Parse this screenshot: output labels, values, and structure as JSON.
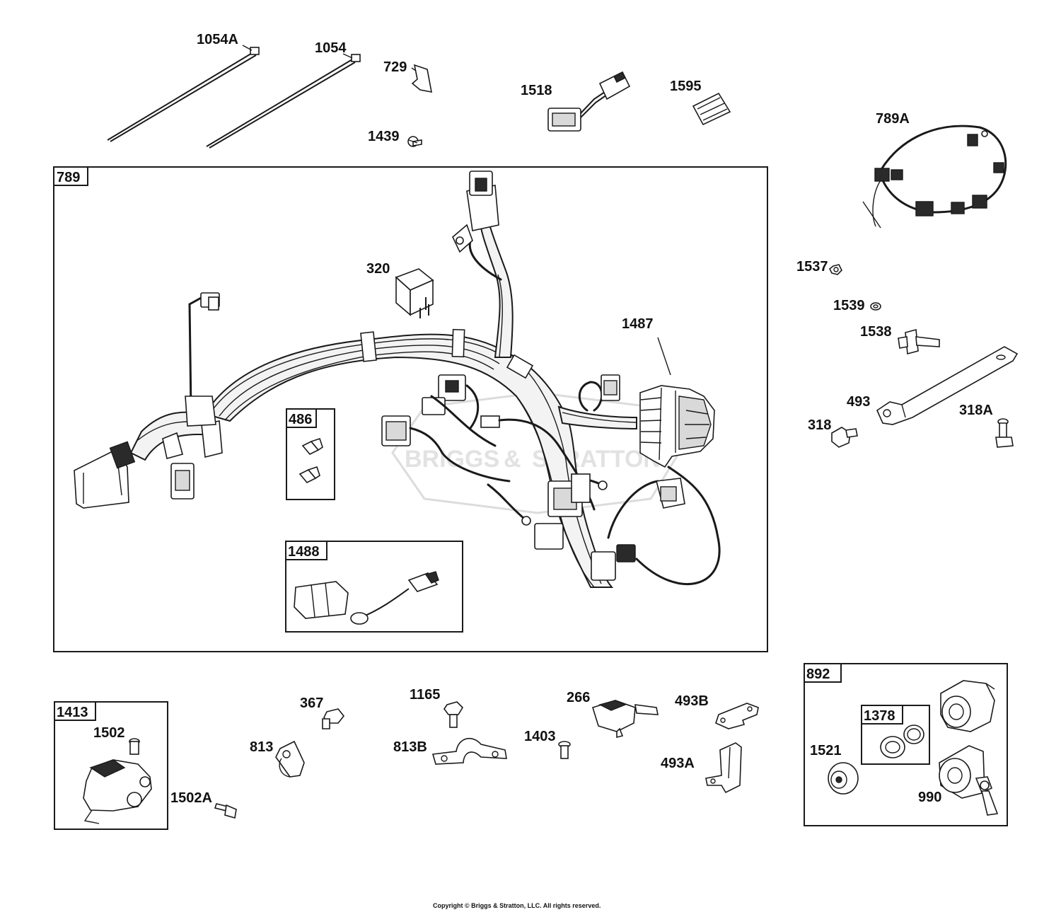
{
  "labels": {
    "p1054A": "1054A",
    "p1054": "1054",
    "p729": "729",
    "p1518": "1518",
    "p1595": "1595",
    "p1439": "1439",
    "p789A": "789A",
    "p320": "320",
    "p1487": "1487",
    "p1537": "1537",
    "p1539": "1539",
    "p1538": "1538",
    "p493": "493",
    "p318A": "318A",
    "p318": "318",
    "p1502": "1502",
    "p1502A": "1502A",
    "p367": "367",
    "p813": "813",
    "p1165": "1165",
    "p813B": "813B",
    "p266": "266",
    "p1403": "1403",
    "p493B": "493B",
    "p493A": "493A",
    "p1521": "1521",
    "p990": "990"
  },
  "boxes": {
    "b789": "789",
    "b486": "486",
    "b1488": "1488",
    "b1413": "1413",
    "b892": "892",
    "b1378": "1378"
  },
  "watermark": {
    "left": "BRIGGS",
    "amp": "&",
    "right": "STRATTON"
  },
  "copyright": "Copyright © Briggs & Stratton, LLC. All rights reserved."
}
